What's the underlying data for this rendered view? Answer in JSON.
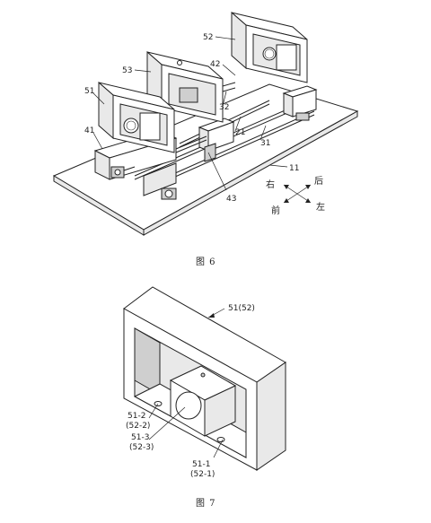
{
  "figure6": {
    "caption": "图 6",
    "labels": {
      "l52": "52",
      "l42": "42",
      "l53": "53",
      "l51": "51",
      "l32": "32",
      "l21": "21",
      "l41": "41",
      "l31": "31",
      "l11": "11",
      "l43": "43"
    },
    "directions": {
      "right": "右",
      "back": "后",
      "front": "前",
      "left": "左"
    }
  },
  "figure7": {
    "caption": "图 7",
    "labels": {
      "main": "51(52)",
      "p2a": "51-2",
      "p2b": "(52-2)",
      "p3a": "51-3",
      "p3b": "(52-3)",
      "p1a": "51-1",
      "p1b": "(52-1)"
    }
  }
}
